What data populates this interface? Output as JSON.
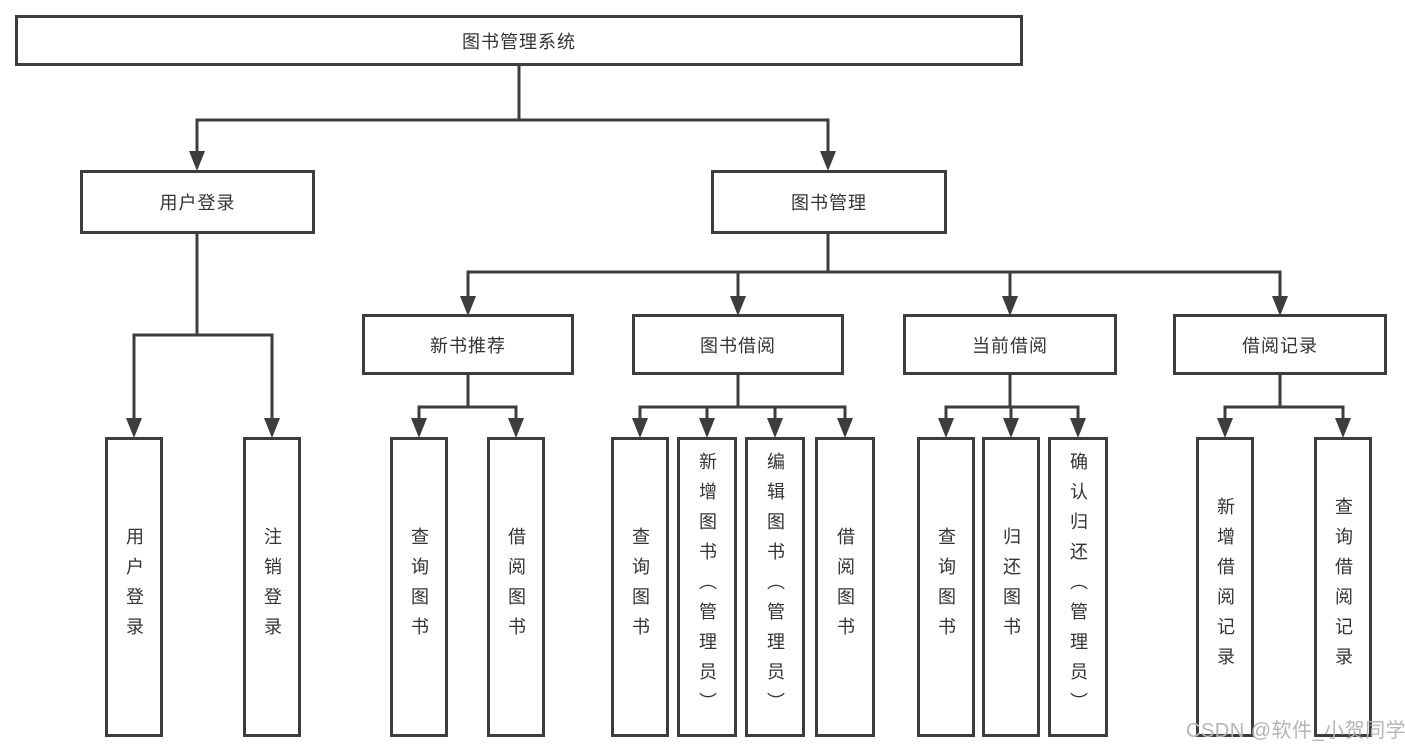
{
  "tree": {
    "root": {
      "label": "图书管理系统"
    },
    "branches": [
      {
        "label": "用户登录",
        "children": [
          {
            "label": "用户登录"
          },
          {
            "label": "注销登录"
          }
        ]
      },
      {
        "label": "图书管理",
        "children": [
          {
            "label": "新书推荐",
            "children": [
              {
                "label": "查询图书"
              },
              {
                "label": "借阅图书"
              }
            ]
          },
          {
            "label": "图书借阅",
            "children": [
              {
                "label": "查询图书"
              },
              {
                "label": "新增图书（管理员）"
              },
              {
                "label": "编辑图书（管理员）"
              },
              {
                "label": "借阅图书"
              }
            ]
          },
          {
            "label": "当前借阅",
            "children": [
              {
                "label": "查询图书"
              },
              {
                "label": "归还图书"
              },
              {
                "label": "确认归还（管理员）"
              }
            ]
          },
          {
            "label": "借阅记录",
            "children": [
              {
                "label": "新增借阅记录"
              },
              {
                "label": "查询借阅记录"
              }
            ]
          }
        ]
      }
    ]
  },
  "watermark": {
    "text": "CSDN @软件_小贺同学"
  },
  "colors": {
    "line_color": "#3d3d3d",
    "text_color": "#333333",
    "background_color": "#ffffff",
    "watermark_color": "#b5b5b5"
  }
}
